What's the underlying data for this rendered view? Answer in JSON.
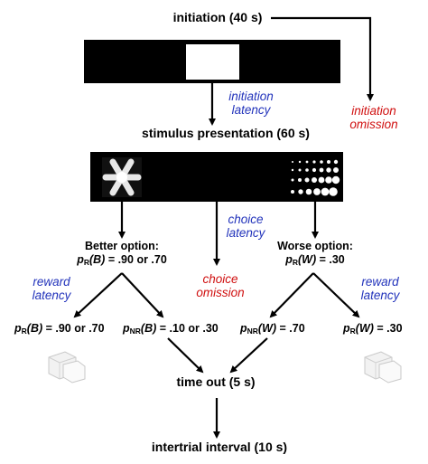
{
  "nodes": {
    "initiation": "initiation (40 s)",
    "stimulus_presentation": "stimulus presentation (60 s)",
    "time_out": "time out (5 s)",
    "intertrial_interval": "intertrial interval (10 s)"
  },
  "labels": {
    "initiation_latency_1": "initiation",
    "initiation_latency_2": "latency",
    "initiation_omission_1": "initiation",
    "initiation_omission_2": "omission",
    "choice_latency_1": "choice",
    "choice_latency_2": "latency",
    "choice_omission_1": "choice",
    "choice_omission_2": "omission",
    "reward_latency_left_1": "reward",
    "reward_latency_left_2": "latency",
    "reward_latency_right_1": "reward",
    "reward_latency_right_2": "latency"
  },
  "options": {
    "better_title": "Better option:",
    "better_p_sym": "p",
    "better_p_sub": "R",
    "better_p_arg": "(B)",
    "better_p_val": " = .90 or .70",
    "worse_title": "Worse option:",
    "worse_p_sym": "p",
    "worse_p_sub": "R",
    "worse_p_arg": "(W)",
    "worse_p_val": " = .30"
  },
  "outcomes": {
    "b_reward_sym": "p",
    "b_reward_sub": "R",
    "b_reward_arg": "(B)",
    "b_reward_val": " = .90 or .70",
    "b_noreward_sym": "p",
    "b_noreward_sub": "NR",
    "b_noreward_arg": "(B)",
    "b_noreward_val": " = .10 or .30",
    "w_noreward_sym": "p",
    "w_noreward_sub": "NR",
    "w_noreward_arg": "(W)",
    "w_noreward_val": " = .70",
    "w_reward_sym": "p",
    "w_reward_sub": "R",
    "w_reward_arg": "(W)",
    "w_reward_val": " = .30"
  },
  "colors": {
    "latency": "#2233bb",
    "omission": "#d01010",
    "ink": "#000000"
  }
}
